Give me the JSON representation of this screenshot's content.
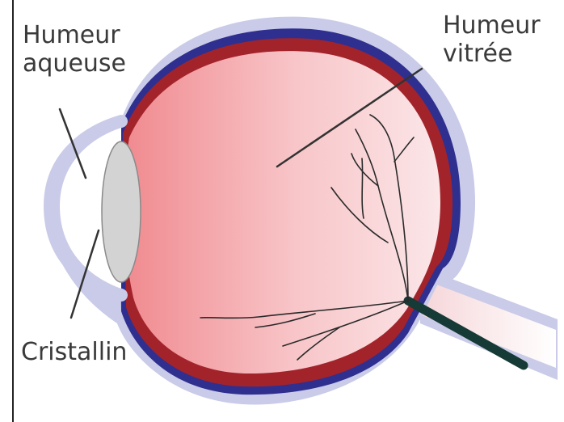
{
  "labels": {
    "aqueous_line1": "Humeur",
    "aqueous_line2": "aqueuse",
    "vitreous_line1": "Humeur",
    "vitreous_line2": "vitrée",
    "lens": "Cristallin"
  },
  "colors": {
    "sclera_outer": "#c9cbe8",
    "choroid": "#2f2f8f",
    "retina_band": "#a3232b",
    "vitreous_left": "#f08a8f",
    "vitreous_right": "#fbe6e8",
    "lens_fill": "#d3d3d3",
    "optic_nerve": "#163a35",
    "vessels": "#2a2a2a",
    "leader_lines": "#333333"
  }
}
